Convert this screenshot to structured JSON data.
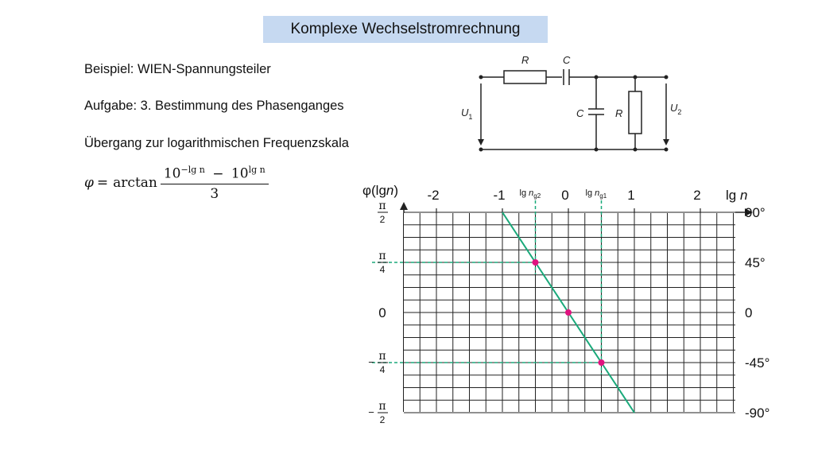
{
  "header": {
    "title": "Komplexe Wechselstromrechnung"
  },
  "text": {
    "line1": "Beispiel: WIEN-Spannungsteiler",
    "line2": "Aufgabe: 3. Bestimmung des Phasenganges",
    "line3": "Übergang zur logarithmischen Frequenzskala"
  },
  "formula": {
    "lhs": "φ",
    "eq": "=",
    "fn": "arctan",
    "num_a": "10",
    "exp_a": "−lg n",
    "minus": "−",
    "num_b": "10",
    "exp_b": "lg n",
    "den": "3"
  },
  "circuit": {
    "R_top": "R",
    "C_top": "C",
    "C_shunt": "C",
    "R_shunt": "R",
    "U_in": "U",
    "U_in_sub": "1",
    "U_out": "U",
    "U_out_sub": "2"
  },
  "colors": {
    "title_bg": "#c6d9f1",
    "curve": "#1aa97a",
    "marker": "#e0127f"
  },
  "chart_data": {
    "type": "line",
    "xlabel": "lg n",
    "ylabel_prefix": "φ(lg",
    "ylabel_var": "n",
    "ylabel_suffix": ")",
    "xlim": [
      -2.5,
      2.5
    ],
    "ylim_rad": [
      -1.5708,
      1.5708
    ],
    "grid": true,
    "x_ticks": [
      "-2",
      "-1",
      "0",
      "1",
      "2"
    ],
    "x_tick_values": [
      -2,
      -1,
      0,
      1,
      2
    ],
    "y_ticks_left": [
      {
        "value_deg": 90,
        "num": "π",
        "den": "2",
        "sign": ""
      },
      {
        "value_deg": 45,
        "num": "π",
        "den": "4",
        "sign": ""
      },
      {
        "value_deg": 0,
        "plain": "0"
      },
      {
        "value_deg": -45,
        "num": "π",
        "den": "4",
        "sign": "−"
      },
      {
        "value_deg": -90,
        "num": "π",
        "den": "2",
        "sign": "−"
      }
    ],
    "y_ticks_right": [
      {
        "value_deg": 90,
        "label": "90°"
      },
      {
        "value_deg": 45,
        "label": "45°"
      },
      {
        "value_deg": 0,
        "label": "0"
      },
      {
        "value_deg": -45,
        "label": "-45°"
      },
      {
        "value_deg": -90,
        "label": "-90°"
      }
    ],
    "series": [
      {
        "x": [
          -1,
          1
        ],
        "y_deg": [
          90,
          -90
        ]
      }
    ],
    "markers": [
      {
        "x": -0.5,
        "y_deg": 45
      },
      {
        "x": 0,
        "y_deg": 0
      },
      {
        "x": 0.5,
        "y_deg": -45
      }
    ],
    "annotations": [
      {
        "text": "lg n",
        "sub": "g2",
        "x": -0.5
      },
      {
        "text": "lg n",
        "sub": "g1",
        "x": 0.5
      }
    ]
  }
}
